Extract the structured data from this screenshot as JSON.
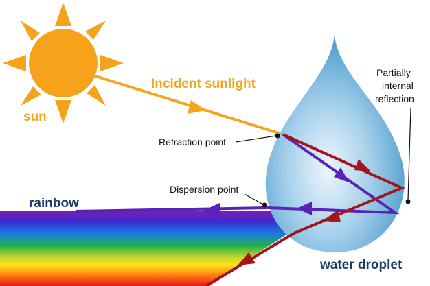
{
  "labels": {
    "sun": "sun",
    "incident_sunlight": "Incident sunlight",
    "refraction_point": "Refraction point",
    "dispersion_point": "Dispersion point",
    "partial_reflection_line1": "Partially",
    "partial_reflection_line2": "internal",
    "partial_reflection_line3": "reflection",
    "rainbow": "rainbow",
    "water_droplet": "water droplet"
  },
  "colors": {
    "sun": "#f7a21b",
    "sunlight_ray": "#f4a620",
    "red_ray": "#a0161a",
    "violet_ray": "#5a22b8",
    "droplet_light": "#dcedf7",
    "droplet_dark": "#3f93c9",
    "label_orange": "#f4a620",
    "label_navy": "#1c3a6e"
  },
  "icons": {
    "sun": "sun-icon",
    "droplet": "water-droplet-icon"
  }
}
